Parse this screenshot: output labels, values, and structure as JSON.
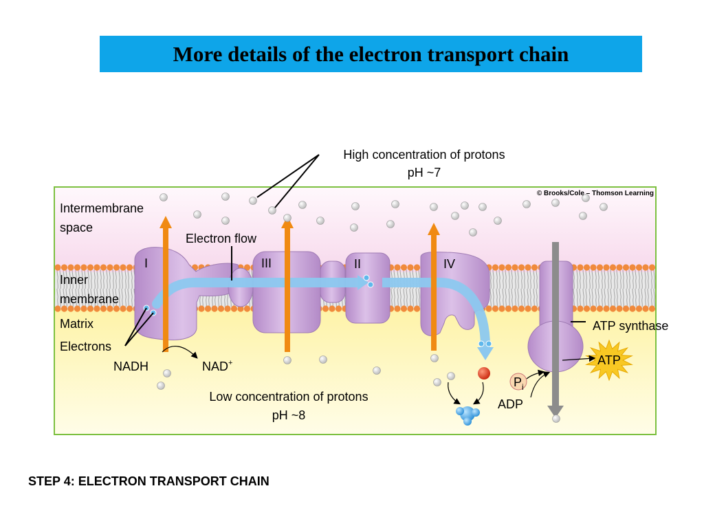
{
  "slide": {
    "title": "More details of the electron transport chain",
    "footer": "STEP 4: ELECTRON TRANSPORT CHAIN"
  },
  "diagram": {
    "credit": "© Brooks/Cole – Thomson Learning",
    "labels": {
      "high_protons": "High concentration of protons",
      "high_ph": "pH ~7",
      "low_protons": "Low concentration of protons",
      "low_ph": "pH ~8",
      "intermembrane_1": "Intermembrane",
      "intermembrane_2": "space",
      "inner_1": "Inner",
      "inner_2": "membrane",
      "matrix": "Matrix",
      "electrons": "Electrons",
      "electron_flow": "Electron flow",
      "nadh": "NADH",
      "nad": "NAD",
      "nad_sup": "+",
      "atp_synthase": "ATP synthase",
      "atp": "ATP",
      "adp": "ADP",
      "pi": "P",
      "pi_sub": "i"
    },
    "complexes": {
      "c1": "I",
      "c2": "II",
      "c3": "III",
      "c4": "IV"
    },
    "colors": {
      "intermembrane": "#fbe7f3",
      "matrix": "#fef6c8",
      "border": "#7cc040",
      "protein": "#c9a2d9",
      "proton_arrow": "#f08a12",
      "electron_arrow": "#8cc8ef",
      "lipid_head": "#f08a3c",
      "atp_burst": "#f8c823",
      "synthase_shaft": "#8c8c8c"
    }
  }
}
